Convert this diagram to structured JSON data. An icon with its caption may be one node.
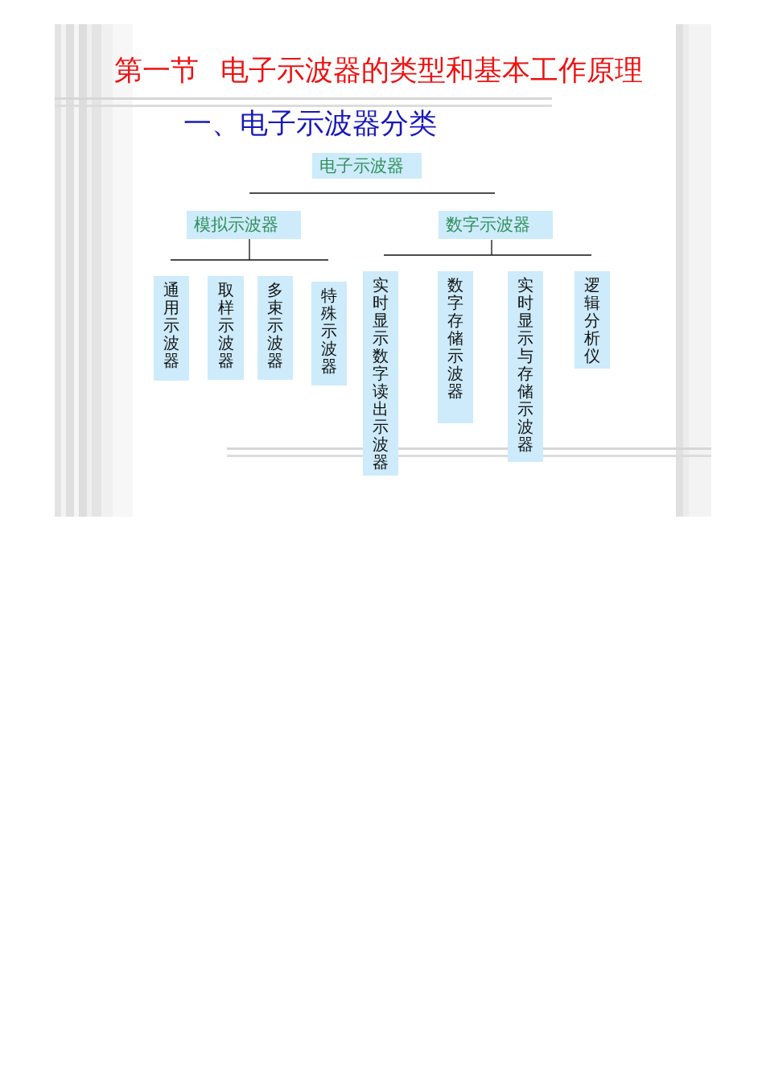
{
  "diagram": {
    "title": "第一节 电子示波器的类型和基本工作原理",
    "nodes": [
      {
        "text": [
          "电子示波器"
        ]
      },
      {
        "text": [
          "模拟示波器"
        ]
      },
      {
        "text": [
          "数字示波器"
        ]
      },
      {
        "text": [
          "通用示波器"
        ]
      },
      {
        "text": [
          "取样示波器"
        ]
      },
      {
        "text": [
          "多束示波器"
        ]
      },
      {
        "text": [
          "特殊示波器"
        ]
      },
      {
        "text": [
          "实时显示数字读出示波器"
        ]
      },
      {
        "text": [
          "数字存储示波器"
        ]
      },
      {
        "text": [
          "实时显示与存储示波器"
        ]
      },
      {
        "text": [
          "逻辑分析仪"
        ]
      }
    ],
    "labels": [
      "一、电子示波器分类"
    ]
  }
}
